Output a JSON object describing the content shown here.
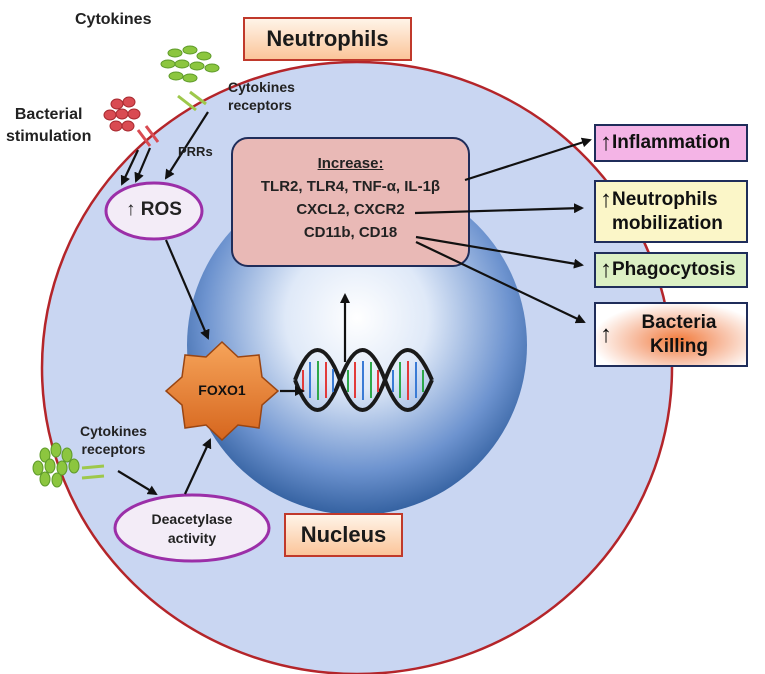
{
  "title": "Neutrophils",
  "nucleus_label": "Nucleus",
  "inputs": {
    "cytokines": "Cytokines",
    "cytokines_receptors_top": [
      "Cytokines",
      "receptors"
    ],
    "bacterial_stimulation": [
      "Bacterial",
      "stimulation"
    ],
    "prrs": "PRRs",
    "cytokines_receptors_bottom": [
      "Cytokines",
      "receptors"
    ]
  },
  "nodes": {
    "ros": "ROS",
    "foxo1": "FOXO1",
    "deacetylase": [
      "Deacetylase",
      "activity"
    ]
  },
  "increase_box": {
    "heading": "Increase:",
    "lines": [
      "TLR2, TLR4, TNF-α, IL-1β",
      "CXCL2, CXCR2",
      "CD11b, CD18"
    ]
  },
  "outputs": {
    "inflammation": "Inflammation",
    "mobilization": [
      "Neutrophils",
      "mobilization"
    ],
    "phagocytosis": "Phagocytosis",
    "killing": [
      "Bacteria",
      "Killing"
    ],
    "up_arrow": "↑"
  },
  "colors": {
    "cell_fill": "#c9d6f2",
    "cell_border": "#b4252a",
    "nucleus_dark": "#2c5a9a",
    "increase_fill": "#e9b9b6",
    "inflammation_fill": "#f4b4e6",
    "mobilization_fill": "#fbf6c8",
    "phagocytosis_fill": "#dcf0c4",
    "killing_glow": "#f4874a",
    "foxo_fill": "#f08a3c",
    "ros_fill": "#f3ecf7",
    "ros_border": "#9b2fa8",
    "title_fill": "#fbc59a"
  }
}
